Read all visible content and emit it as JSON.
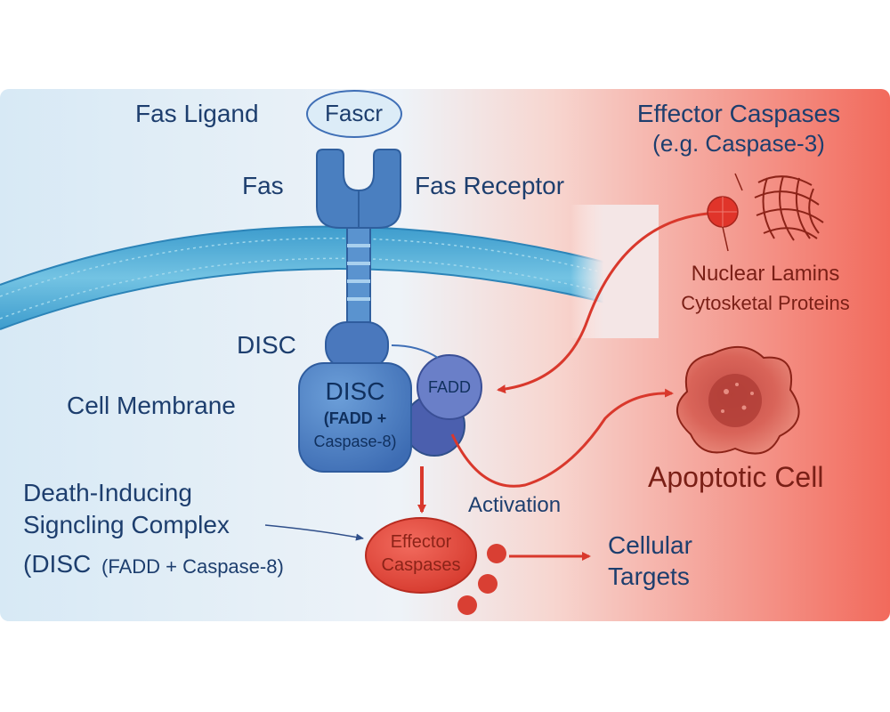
{
  "labels": {
    "fas_ligand": "Fas Ligand",
    "fascr": "Fascr",
    "fas": "Fas",
    "fas_receptor": "Fas Receptor",
    "disc_top": "DISC",
    "cell_membrane": "Cell Membrane",
    "disc_box_title": "DISC",
    "disc_box_line2": "(FADD +",
    "disc_box_line3": "Caspase-8)",
    "fadd": "FADD",
    "death_line1": "Death-Inducing",
    "death_line2": "Signcling Complex",
    "death_line3_a": "(DISC",
    "death_line3_b": "(FADD + Caspase-8)",
    "effector_line1": "Effector",
    "effector_line2": "Caspases",
    "activation": "Activation",
    "cellular_line1": "Cellular",
    "cellular_line2": "Targets",
    "effector_caspases_title": "Effector Caspases",
    "effector_caspases_example": "(e.g. Caspase-3)",
    "nuclear_lamins": "Nuclear Lamins",
    "cytoskeletal_proteins": "Cytosketal Proteins",
    "apoptotic_cell": "Apoptotic Cell"
  },
  "colors": {
    "left_background": "#dcebf5",
    "right_background": "#f26a5c",
    "membrane": "#5cb4d8",
    "receptor": "#4a7fc0",
    "disc": "#3f6fb6",
    "fadd": "#6a7fc8",
    "effector": "#e24b3f",
    "arrow_red": "#d9382c",
    "text_blue": "#1d3e6e",
    "text_red": "#8c2318"
  }
}
